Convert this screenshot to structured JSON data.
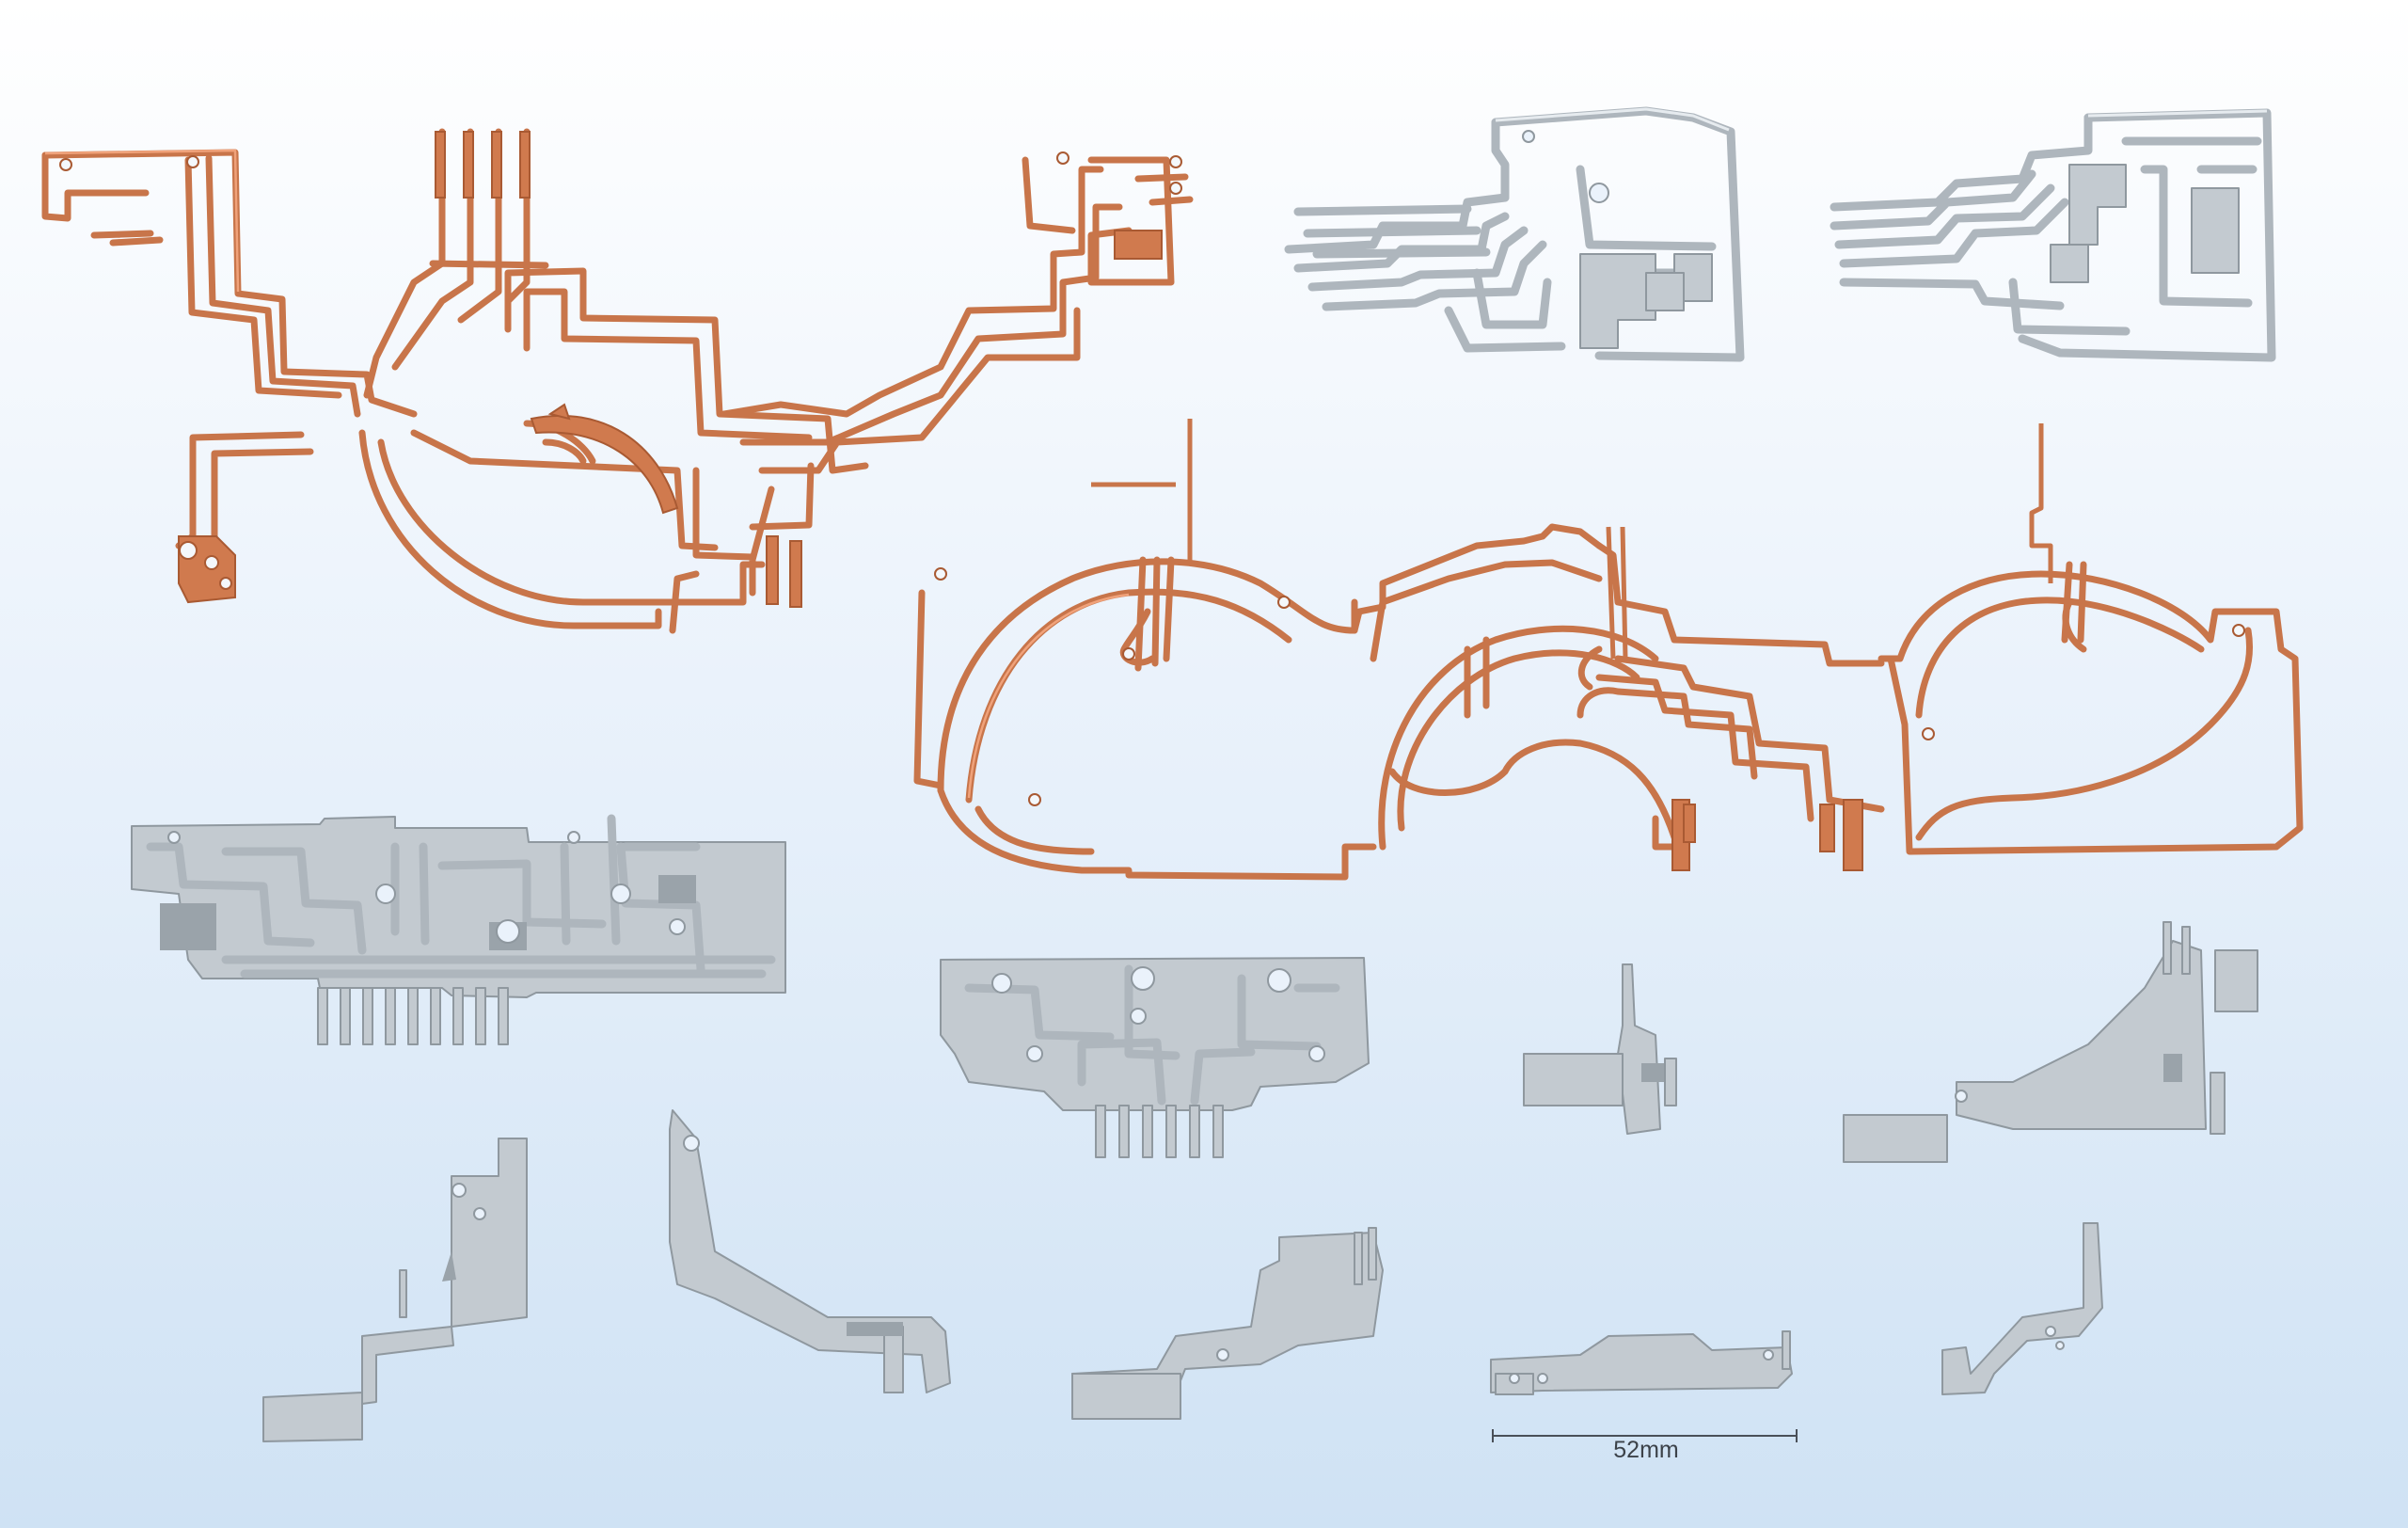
{
  "scale": {
    "label": "52mm"
  },
  "colors": {
    "copper": "#c8754a",
    "aluminum": "#aeb6bd",
    "background_top": "#ffffff",
    "background_bottom": "#cfe2f4"
  },
  "parts": [
    {
      "name": "copper-circuit-large-left",
      "material": "copper"
    },
    {
      "name": "copper-circuit-dual-loop",
      "material": "copper"
    },
    {
      "name": "aluminum-circuit-top-center",
      "material": "aluminum"
    },
    {
      "name": "aluminum-circuit-top-right",
      "material": "aluminum"
    },
    {
      "name": "aluminum-circuit-left-plate",
      "material": "aluminum"
    },
    {
      "name": "aluminum-circuit-center-plate",
      "material": "aluminum"
    },
    {
      "name": "aluminum-bracket-parts",
      "material": "aluminum"
    }
  ]
}
